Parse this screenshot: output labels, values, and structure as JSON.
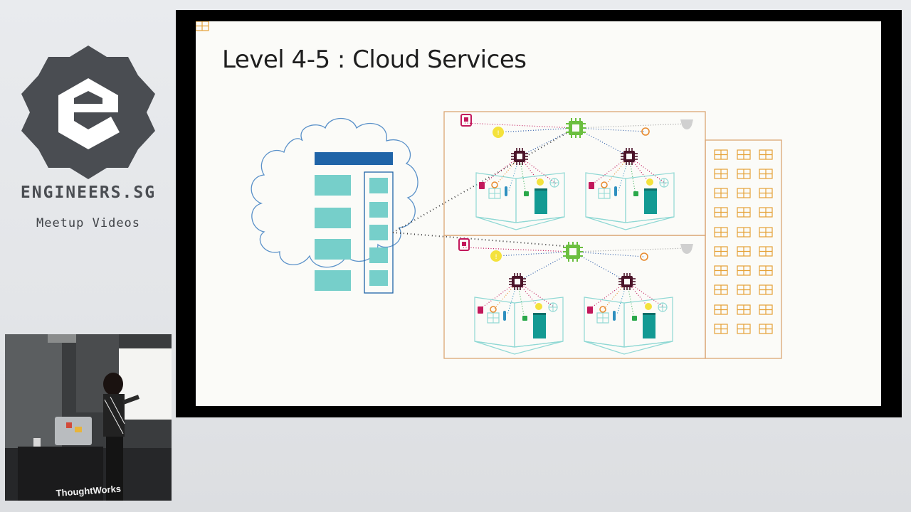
{
  "brand": {
    "name": "ENGINEERS.SG",
    "subtitle": "Meetup Videos",
    "logo_letter": "e",
    "colors": {
      "hex": "#4a4d52",
      "mark": "#ffffff"
    }
  },
  "slide": {
    "title": "Level 4-5 : Cloud Services"
  },
  "camera": {
    "laptop_text": "ThoughtWorks"
  },
  "colors": {
    "cloud_outline": "#5a91c9",
    "table_header": "#1f64a8",
    "table_cell": "#76cfca",
    "building_outline": "#dba674",
    "gateway_chip": "#6bbf3f",
    "room_chip": "#4b1429",
    "room_outline": "#8fd8d4",
    "door": "#139a93"
  }
}
